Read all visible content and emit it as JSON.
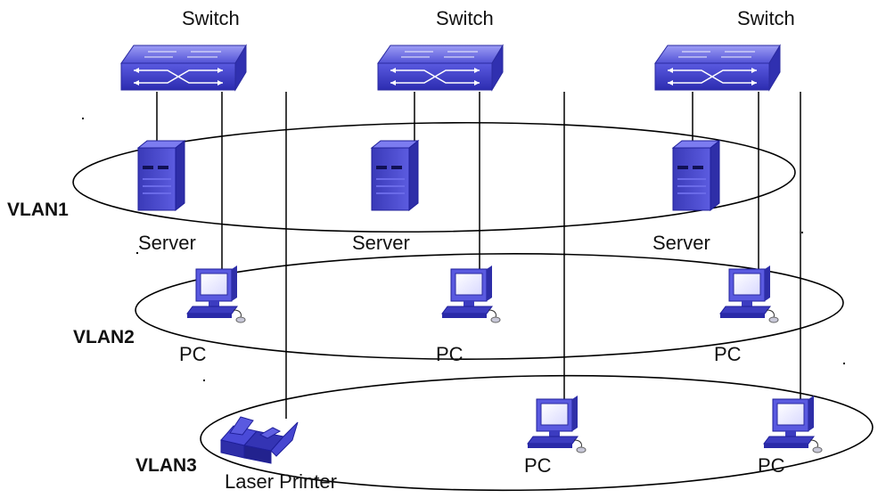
{
  "diagram": {
    "switches": [
      {
        "label": "Switch",
        "icon": "switch-icon"
      },
      {
        "label": "Switch",
        "icon": "switch-icon"
      },
      {
        "label": "Switch",
        "icon": "switch-icon"
      }
    ],
    "servers": [
      {
        "label": "Server",
        "icon": "server-icon"
      },
      {
        "label": "Server",
        "icon": "server-icon"
      },
      {
        "label": "Server",
        "icon": "server-icon"
      }
    ],
    "pcs": [
      {
        "label": "PC",
        "icon": "pc-icon"
      },
      {
        "label": "PC",
        "icon": "pc-icon"
      },
      {
        "label": "PC",
        "icon": "pc-icon"
      },
      {
        "label": "PC",
        "icon": "pc-icon"
      },
      {
        "label": "PC",
        "icon": "pc-icon"
      }
    ],
    "printer": {
      "label": "Laser Printer",
      "icon": "laser-printer-icon"
    },
    "vlans": [
      {
        "label": "VLAN1"
      },
      {
        "label": "VLAN2"
      },
      {
        "label": "VLAN3"
      }
    ],
    "colors": {
      "device": "#4a4ad8",
      "device_dark": "#1f1f9a",
      "device_light": "#8c8cf0",
      "line": "#000000"
    }
  }
}
